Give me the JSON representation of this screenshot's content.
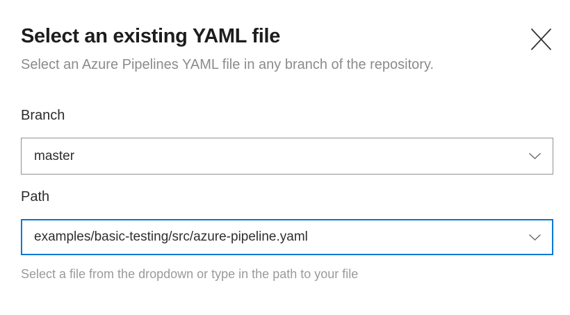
{
  "dialog": {
    "title": "Select an existing YAML file",
    "subtitle": "Select an Azure Pipelines YAML file in any branch of the repository."
  },
  "form": {
    "branch": {
      "label": "Branch",
      "value": "master"
    },
    "path": {
      "label": "Path",
      "value": "examples/basic-testing/src/azure-pipeline.yaml",
      "helper": "Select a file from the dropdown or type in the path to your file"
    }
  },
  "icons": {
    "close": "✕",
    "chevron_down": "⌄"
  },
  "colors": {
    "accent": "#0078d4",
    "title_text": "#1d1d1d",
    "body_text": "#2e2e2e",
    "muted_text": "#8b8b8b",
    "helper_text": "#9a9a9a",
    "field_border": "#919191",
    "icon": "#333333"
  }
}
